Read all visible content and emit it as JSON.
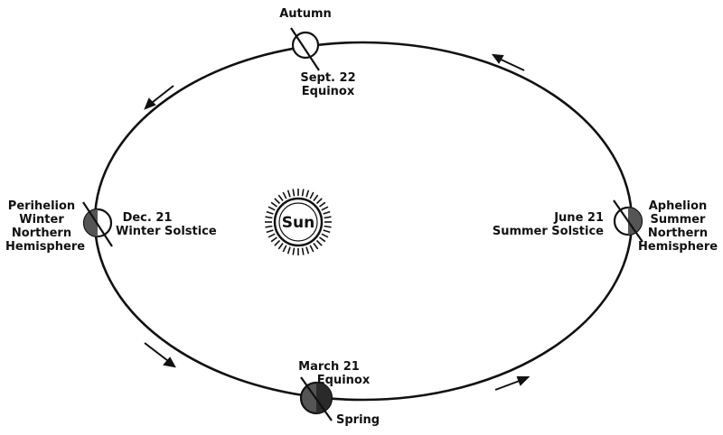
{
  "sun": {
    "label": "Sun"
  },
  "positions": {
    "autumn": {
      "season": "Autumn",
      "date": "Sept. 22",
      "event": "Equinox"
    },
    "spring": {
      "season": "Spring",
      "date": "March 21",
      "event": "Equinox"
    },
    "winter": {
      "date": "Dec. 21",
      "event": "Winter Solstice",
      "side_lines": [
        "Perihelion",
        "Winter",
        "Northern",
        "Hemisphere"
      ]
    },
    "summer": {
      "date": "June 21",
      "event": "Summer Solstice",
      "side_lines": [
        "Aphelion",
        "Summer",
        "Northern",
        "Hemisphere"
      ]
    }
  },
  "colors": {
    "ink": "#111111",
    "shade": "#555555",
    "background": "#ffffff"
  },
  "icons": [
    "sun-icon",
    "earth-icon",
    "orbit-arrow-icon"
  ]
}
